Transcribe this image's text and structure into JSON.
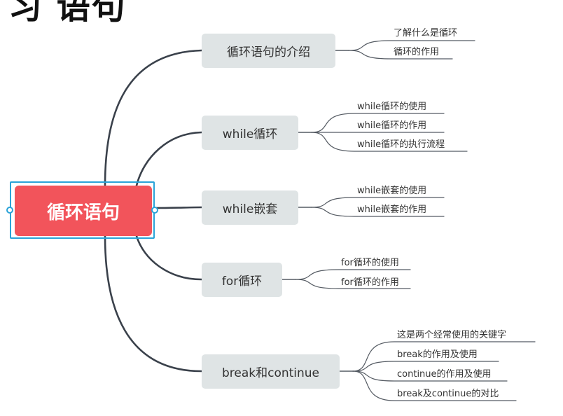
{
  "colors": {
    "root_bg": "#f2545b",
    "root_text": "#ffffff",
    "selection": "#2aa3d8",
    "topic_bg": "#dfe4e5",
    "branch_line": "#3a414b",
    "leaf_line": "#555b63"
  },
  "header_fragment": "习  语句",
  "root": {
    "label": "循环语句"
  },
  "topics": [
    {
      "label": "循环语句的介绍",
      "children": [
        "了解什么是循环",
        "循环的作用"
      ]
    },
    {
      "label": "while循环",
      "children": [
        "while循环的使用",
        "while循环的作用",
        "while循环的执行流程"
      ]
    },
    {
      "label": "while嵌套",
      "children": [
        "while嵌套的使用",
        "while嵌套的作用"
      ]
    },
    {
      "label": "for循环",
      "children": [
        "for循环的使用",
        "for循环的作用"
      ]
    },
    {
      "label": "break和continue",
      "children": [
        "这是两个经常使用的关键字",
        "break的作用及使用",
        "continue的作用及使用",
        "break及continue的对比"
      ]
    }
  ]
}
